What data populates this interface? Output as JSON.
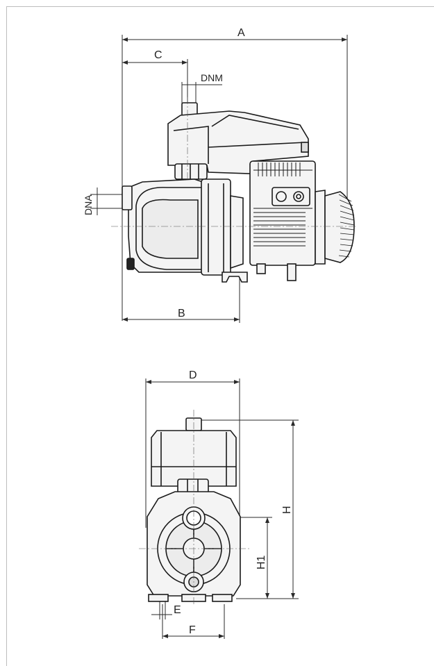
{
  "dimensions": {
    "A": "A",
    "B": "B",
    "C": "C",
    "D": "D",
    "E": "E",
    "F": "F",
    "H": "H",
    "H1": "H1",
    "DNM": "DNM",
    "DNA": "DNA"
  },
  "colors": {
    "line": "#1a1a1a",
    "dim": "#2a2a2a",
    "fill_light": "#f4f4f4",
    "fill_mid": "#dcdcdc",
    "frame": "#bdbdbd"
  }
}
